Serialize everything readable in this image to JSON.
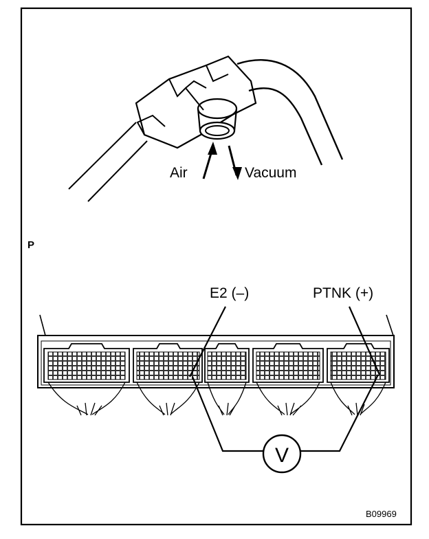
{
  "labels": {
    "air": "Air",
    "vacuum": "Vacuum",
    "section": "P",
    "negative_terminal": "E2 (–)",
    "positive_terminal": "PTNK (+)",
    "meter_symbol": "V",
    "figure_code": "B09969"
  },
  "connectors": [
    "connector-1",
    "connector-2",
    "connector-3",
    "connector-4",
    "connector-5"
  ],
  "colors": {
    "ink": "#000000",
    "paper": "#ffffff"
  }
}
